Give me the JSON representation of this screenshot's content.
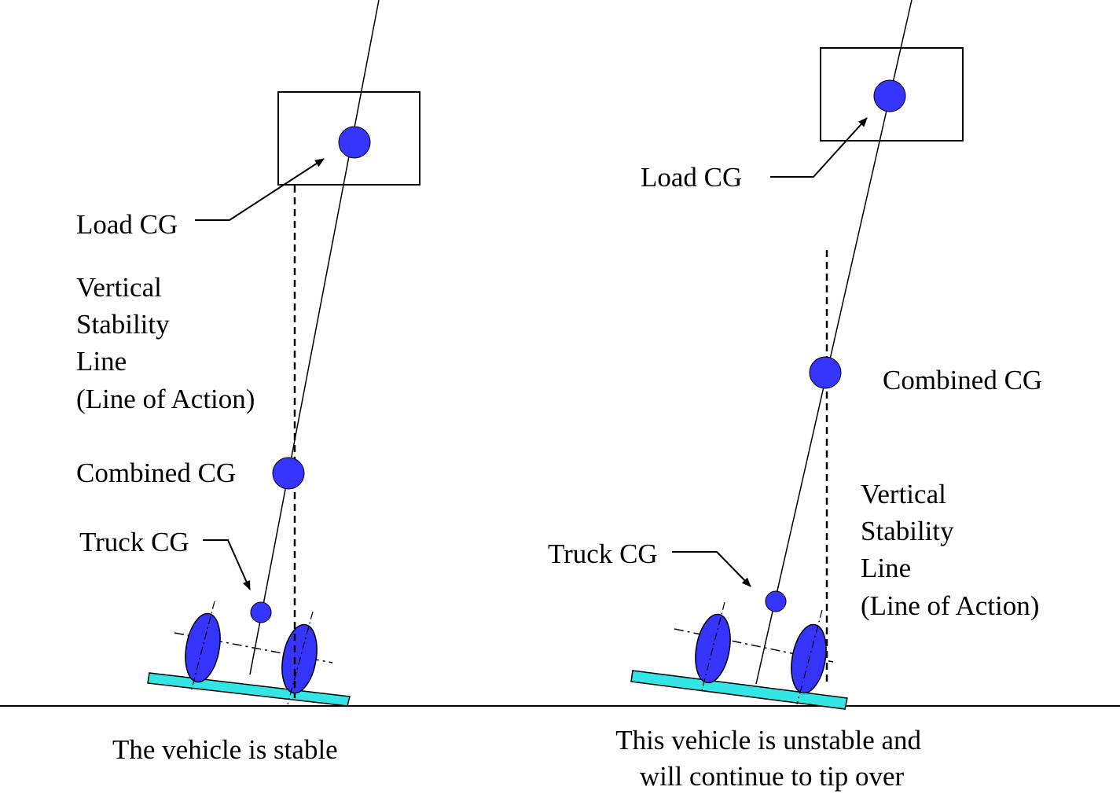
{
  "colors": {
    "cg_dot": "#3535ff",
    "wheel": "#3535ff",
    "ground_plate": "#33e5e5",
    "line": "#000000",
    "background": "#ffffff"
  },
  "left_panel": {
    "load_cg_label": "Load CG",
    "stability_line_label": [
      "Vertical",
      "Stability",
      "Line",
      "(Line of Action)"
    ],
    "combined_cg_label": "Combined CG",
    "truck_cg_label": "Truck CG",
    "caption": "The vehicle is stable"
  },
  "right_panel": {
    "load_cg_label": "Load CG",
    "combined_cg_label": "Combined CG",
    "stability_line_label": [
      "Vertical",
      "Stability",
      "Line",
      "(Line of Action)"
    ],
    "truck_cg_label": "Truck CG",
    "caption_lines": [
      "This vehicle is unstable and",
      "will continue to tip over"
    ]
  }
}
